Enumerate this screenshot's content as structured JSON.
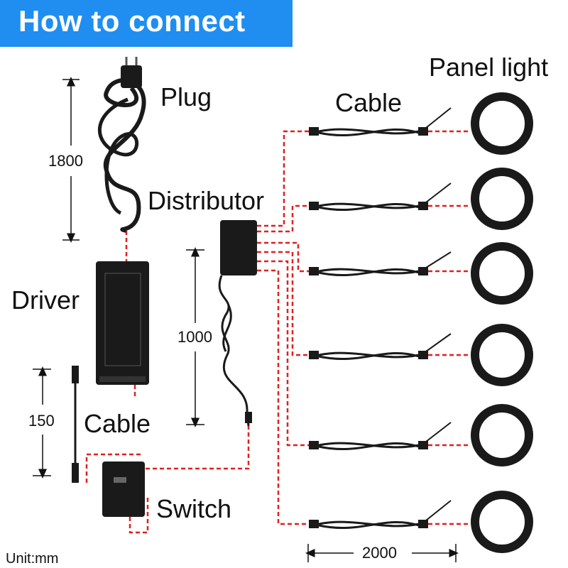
{
  "header": {
    "title": "How to connect"
  },
  "labels": {
    "plug": "Plug",
    "driver": "Driver",
    "distributor": "Distributor",
    "cable_top": "Cable",
    "cable_left": "Cable",
    "switch": "Switch",
    "panel_light": "Panel light"
  },
  "dimensions": {
    "plug_cord": "1800",
    "switch_cable": "150",
    "distributor_cable": "1000",
    "extension_cable": "2000",
    "unit": "Unit:mm"
  },
  "colors": {
    "banner": "#1f8ef0",
    "wire": "#e02020",
    "device": "#1a1a1a"
  }
}
